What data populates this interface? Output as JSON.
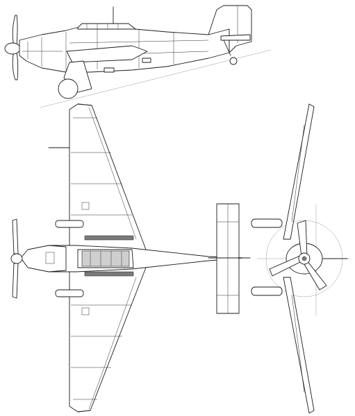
{
  "drawing": {
    "line_color": "#1a1a1a",
    "background": "#ffffff",
    "views": [
      "side",
      "top",
      "front"
    ],
    "printed_text": []
  }
}
